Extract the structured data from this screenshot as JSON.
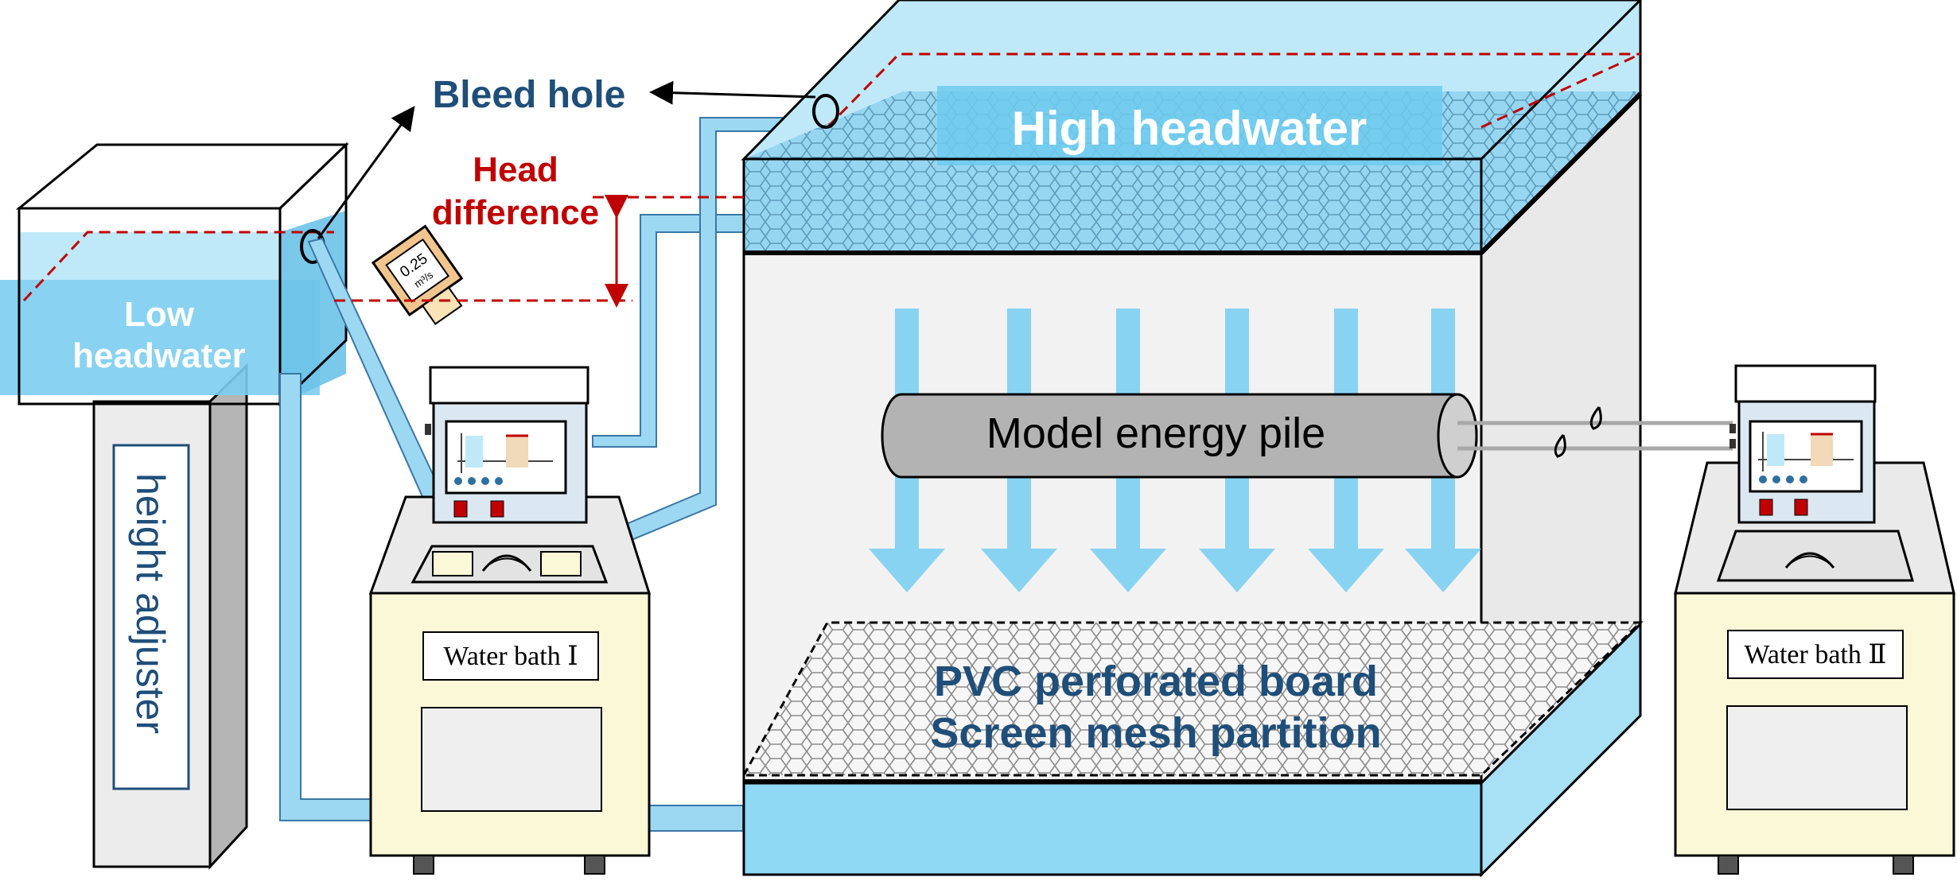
{
  "labels": {
    "bleed_hole": "Bleed hole",
    "head_difference_line1": "Head",
    "head_difference_line2": "difference",
    "high_headwater": "High headwater",
    "low_headwater_line1": "Low",
    "low_headwater_line2": "headwater",
    "height_adjuster": "height adjuster",
    "model_energy_pile": "Model energy pile",
    "pvc_board": "PVC perforated board",
    "screen_mesh": "Screen mesh partition",
    "water_bath_1": "Water bath Ⅰ",
    "water_bath_2": "Water bath Ⅱ",
    "flowmeter_value": "0.25",
    "flowmeter_unit": "m³/s"
  },
  "colors": {
    "pipe_fill": "#9dd8f3",
    "water_light": "#b7e6f8",
    "water_dark": "#6fcbef",
    "bath_body": "#fbf8d8",
    "controller": "#dbe7f1",
    "tank_side": "#e9e9e9",
    "pile_fill": "#b3b3b3",
    "label_blue": "#1f4e79",
    "label_red": "#c00000",
    "arrow_blue": "#88d3f2",
    "flowmeter": "#f3c58e"
  }
}
